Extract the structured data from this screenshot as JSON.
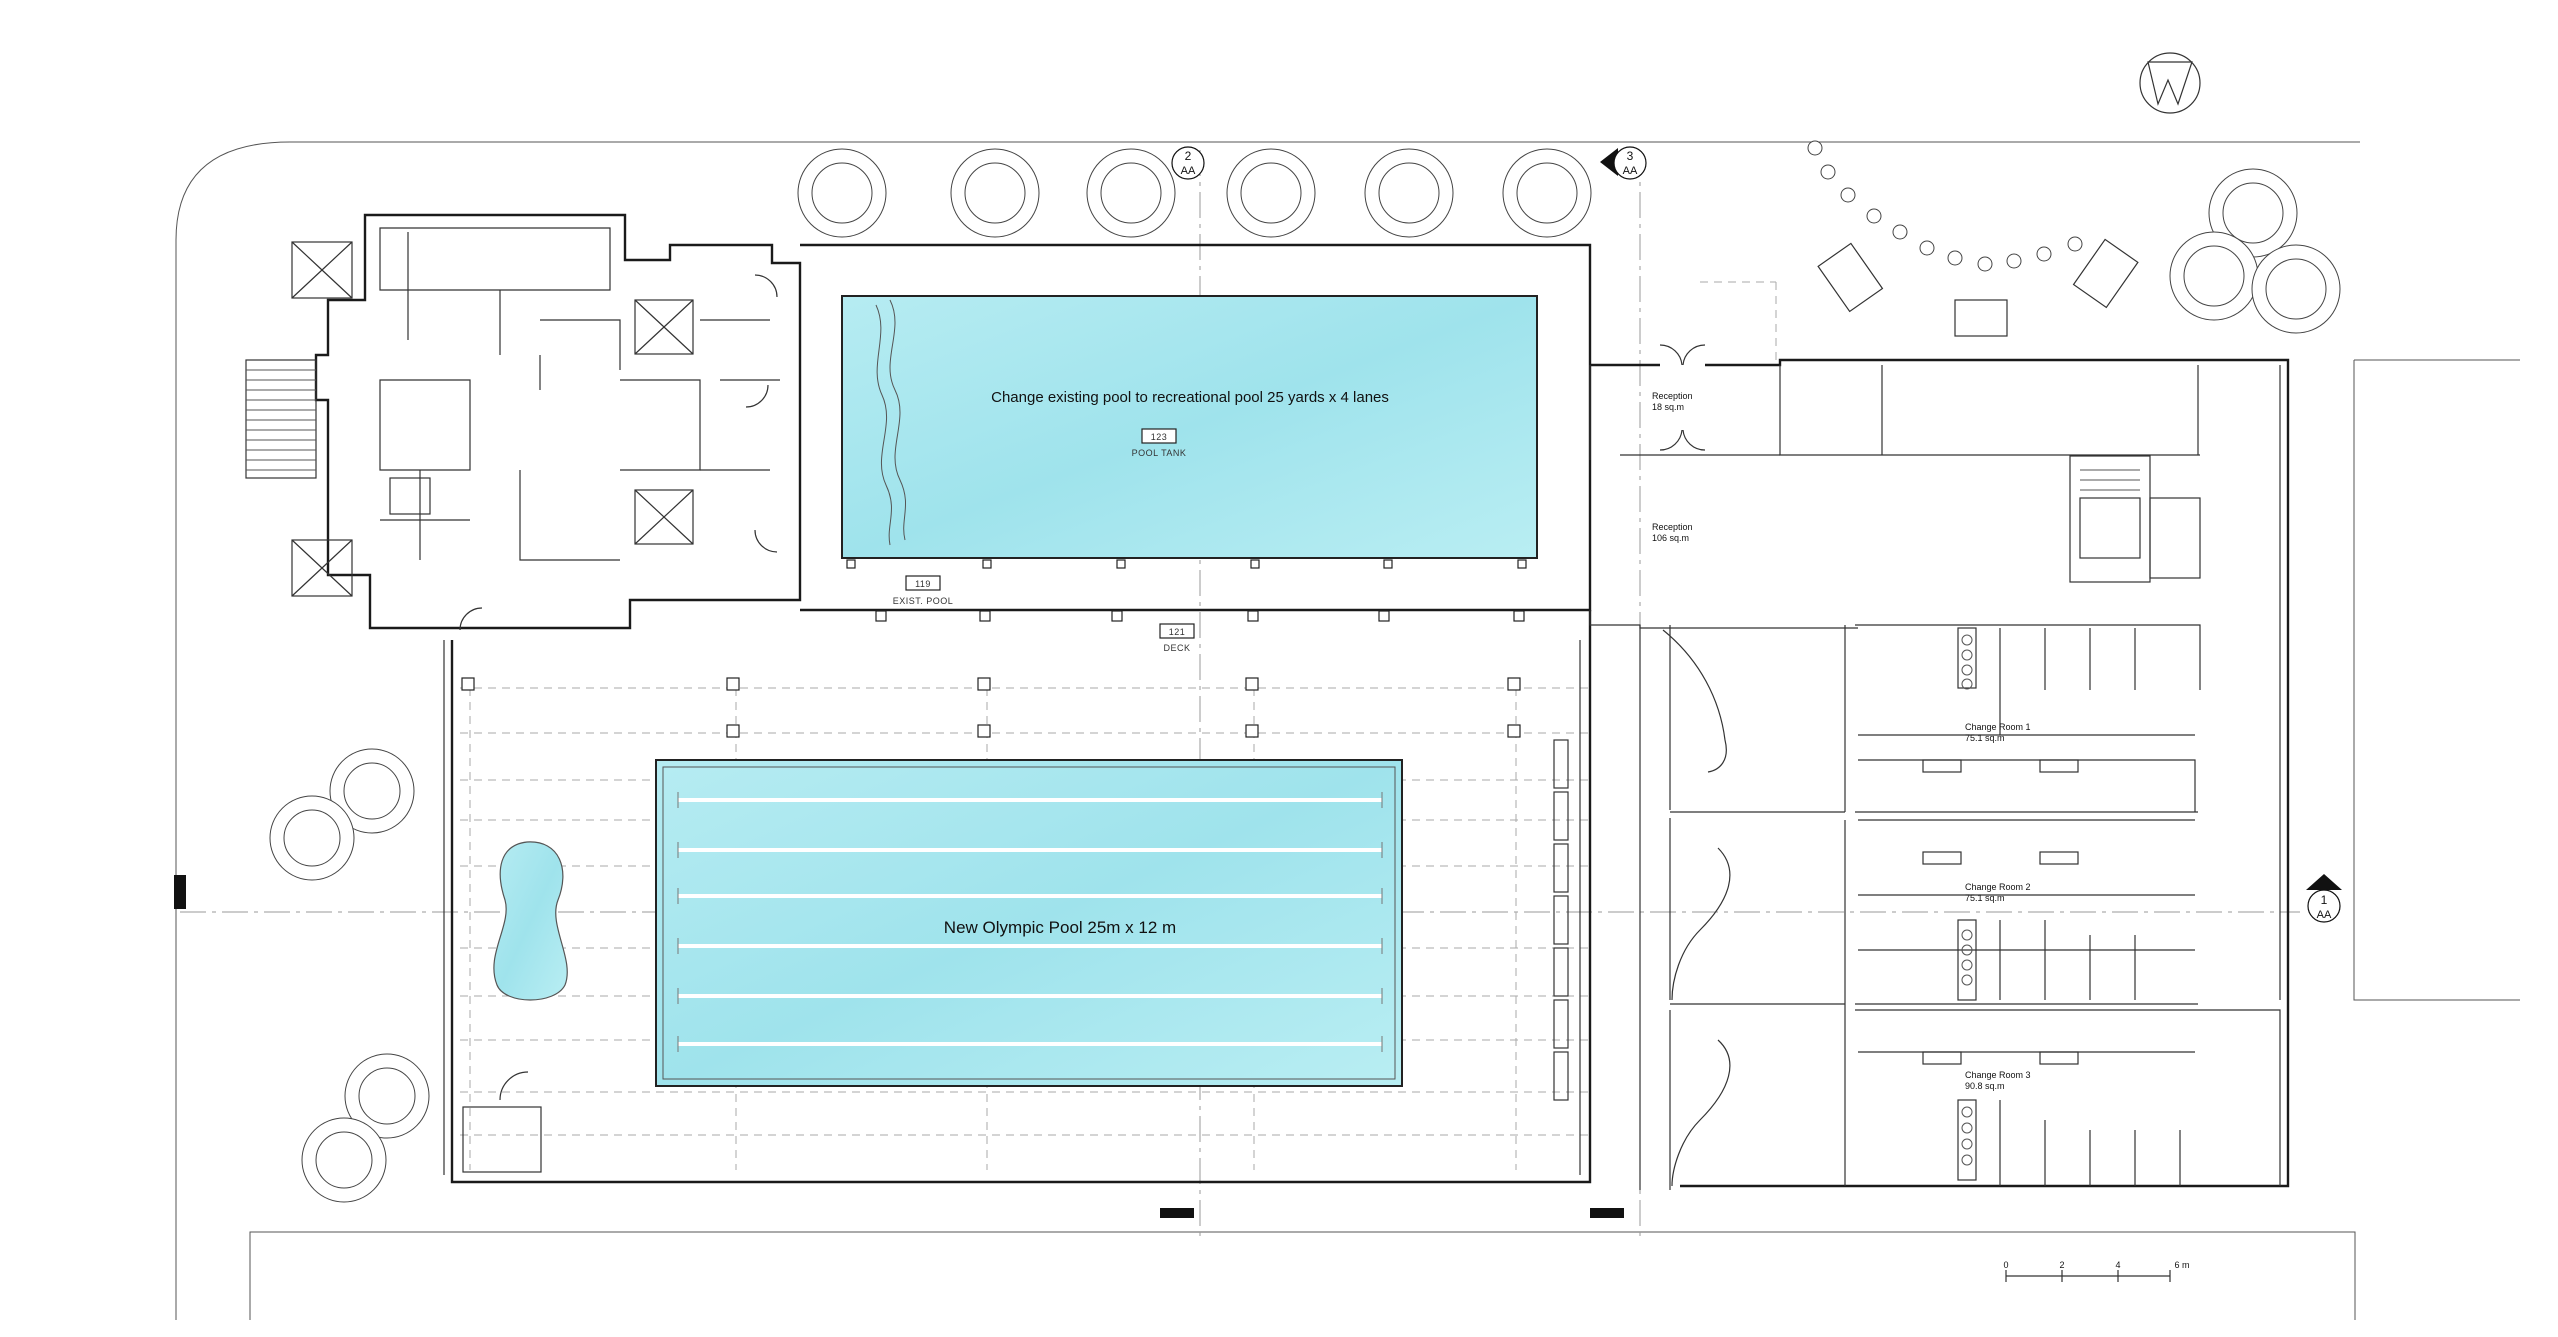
{
  "labels": {
    "rec_pool": "Change existing pool to recreational pool 25 yards x 4 lanes",
    "olympic_pool": "New Olympic Pool 25m x 12 m",
    "pool_tank_num": "123",
    "pool_tank": "POOL TANK",
    "exist_pool_num": "119",
    "exist_pool": "EXIST. POOL",
    "deck_num": "121",
    "deck": "DECK"
  },
  "rooms": [
    {
      "name": "Reception",
      "area": "18 sq.m"
    },
    {
      "name": "Reception",
      "area": "106 sq.m"
    },
    {
      "name": "Change Room 1",
      "area": "75.1 sq.m"
    },
    {
      "name": "Change Room 2",
      "area": "75.1 sq.m"
    },
    {
      "name": "Change Room 3",
      "area": "90.8 sq.m"
    }
  ],
  "section_markers": [
    {
      "num": "2",
      "ref": "AA"
    },
    {
      "num": "3",
      "ref": "AA"
    },
    {
      "num": "1",
      "ref": "AA"
    }
  ],
  "scale_bar": {
    "ticks": [
      "0",
      "2",
      "4",
      "6 m"
    ]
  },
  "colors": {
    "water": "#a8e6ee",
    "water_edge": "#7fd4e0",
    "wall": "#1a1a1a"
  }
}
